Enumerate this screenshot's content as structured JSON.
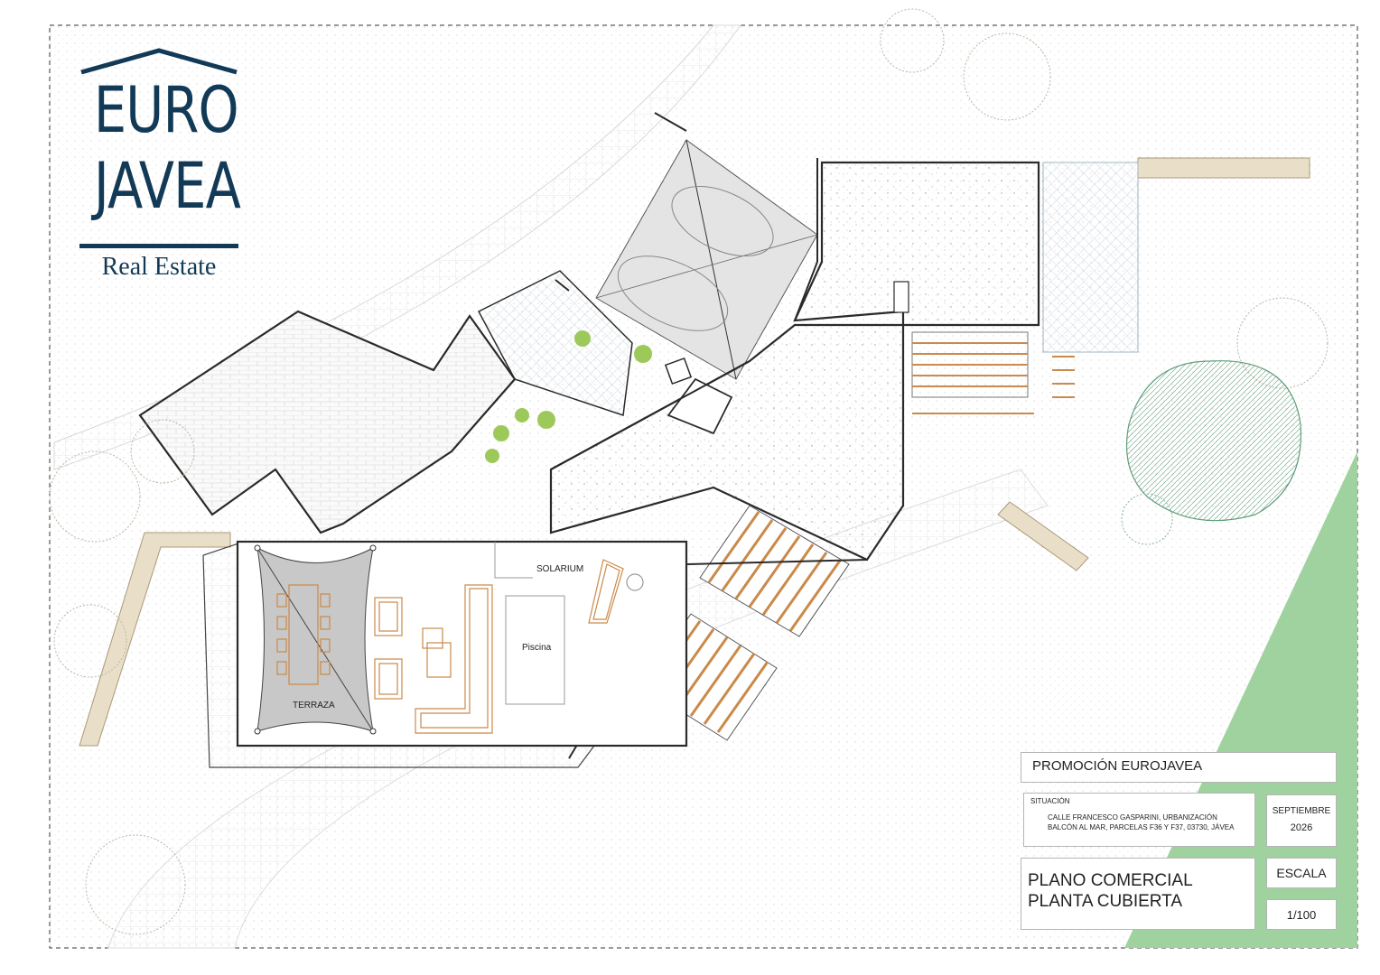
{
  "logo": {
    "line1": "EURO",
    "line2": "JAVEA",
    "tagline": "Real Estate",
    "color": "#123a57"
  },
  "plan": {
    "labels": {
      "solarium": "SOLARIUM",
      "piscina": "Piscina",
      "terraza": "TERRAZA"
    },
    "colors": {
      "lawn": "#9fd29f",
      "paving": "#e9dfc8",
      "wall": "#2a2a2a",
      "furniture": "#c98a4a",
      "shade": "#c8c8c8",
      "planting": "#9cc95a"
    }
  },
  "title_block": {
    "project": "PROMOCIÓN EUROJAVEA",
    "situation_label": "SITUACIÓN",
    "address_line1": "CALLE FRANCESCO GASPARINI, URBANIZACIÓN",
    "address_line2": "BALCÓN AL MAR, PARCELAS F36 Y F37, 03730, JÁVEA",
    "month": "SEPTIEMBRE",
    "year": "2026",
    "drawing_title_line1": "PLANO COMERCIAL",
    "drawing_title_line2": "PLANTA CUBIERTA",
    "scale_label": "ESCALA",
    "scale_value": "1/100"
  }
}
